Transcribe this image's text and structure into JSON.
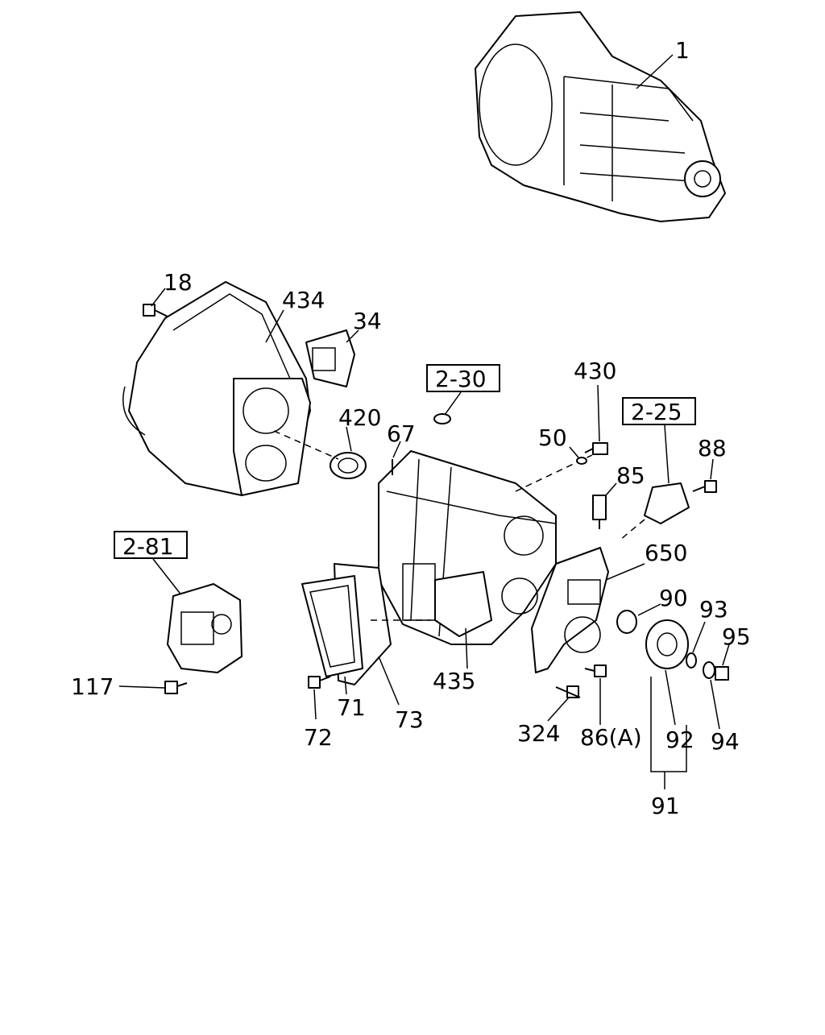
{
  "diagram": {
    "labels": [
      "1",
      "18",
      "434",
      "34",
      "420",
      "67",
      "430",
      "50",
      "85",
      "88",
      "650",
      "90",
      "93",
      "95",
      "94",
      "92",
      "91",
      "86(A)",
      "324",
      "435",
      "73",
      "71",
      "72",
      "117"
    ],
    "references": [
      "2-30",
      "2-25",
      "2-81"
    ]
  }
}
